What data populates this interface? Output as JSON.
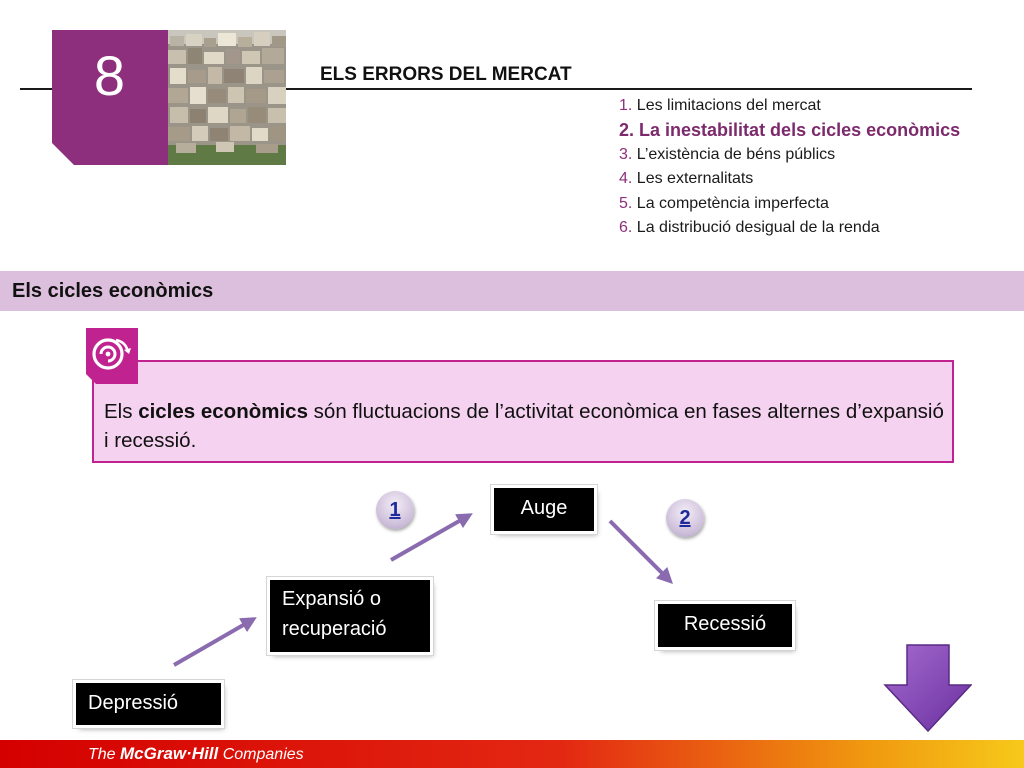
{
  "header": {
    "chapter_number": "8",
    "title": "ELS ERRORS DEL MERCAT",
    "toc": [
      {
        "num": "1.",
        "label": "Les limitacions del mercat"
      },
      {
        "num": "2.",
        "label": "La inestabilitat dels cicles econòmics"
      },
      {
        "num": "3.",
        "label": "L’existència de béns públics"
      },
      {
        "num": "4.",
        "label": "Les externalitats"
      },
      {
        "num": "5.",
        "label": "La competència imperfecta"
      },
      {
        "num": "6.",
        "label": "La distribució desigual de la renda"
      }
    ]
  },
  "section": {
    "title": "Els cicles econòmics"
  },
  "definition": {
    "prefix": "Els ",
    "term": "cicles econòmics",
    "suffix": " són fluctuacions de l’activitat econòmica en fases alternes d’expansió i recessió."
  },
  "cycle": {
    "auge": "Auge",
    "expansio_line1": "Expansió o",
    "expansio_line2": "recuperació",
    "recessio": "Recessió",
    "depressio": "Depressió",
    "link_1": "1",
    "link_2": "2"
  },
  "colors": {
    "brand_purple": "#8e2f7d",
    "accent_magenta": "#c0238f",
    "section_bar": "#dcbfdc",
    "definition_bg": "#f5d2f0",
    "arrow_purple": "#8a6bb0"
  },
  "icons": {
    "definition": "spiral-arrow-icon",
    "next": "down-arrow-icon"
  },
  "footer": {
    "the": "The ",
    "brand": "McGraw·Hill",
    "companies": " Companies"
  }
}
